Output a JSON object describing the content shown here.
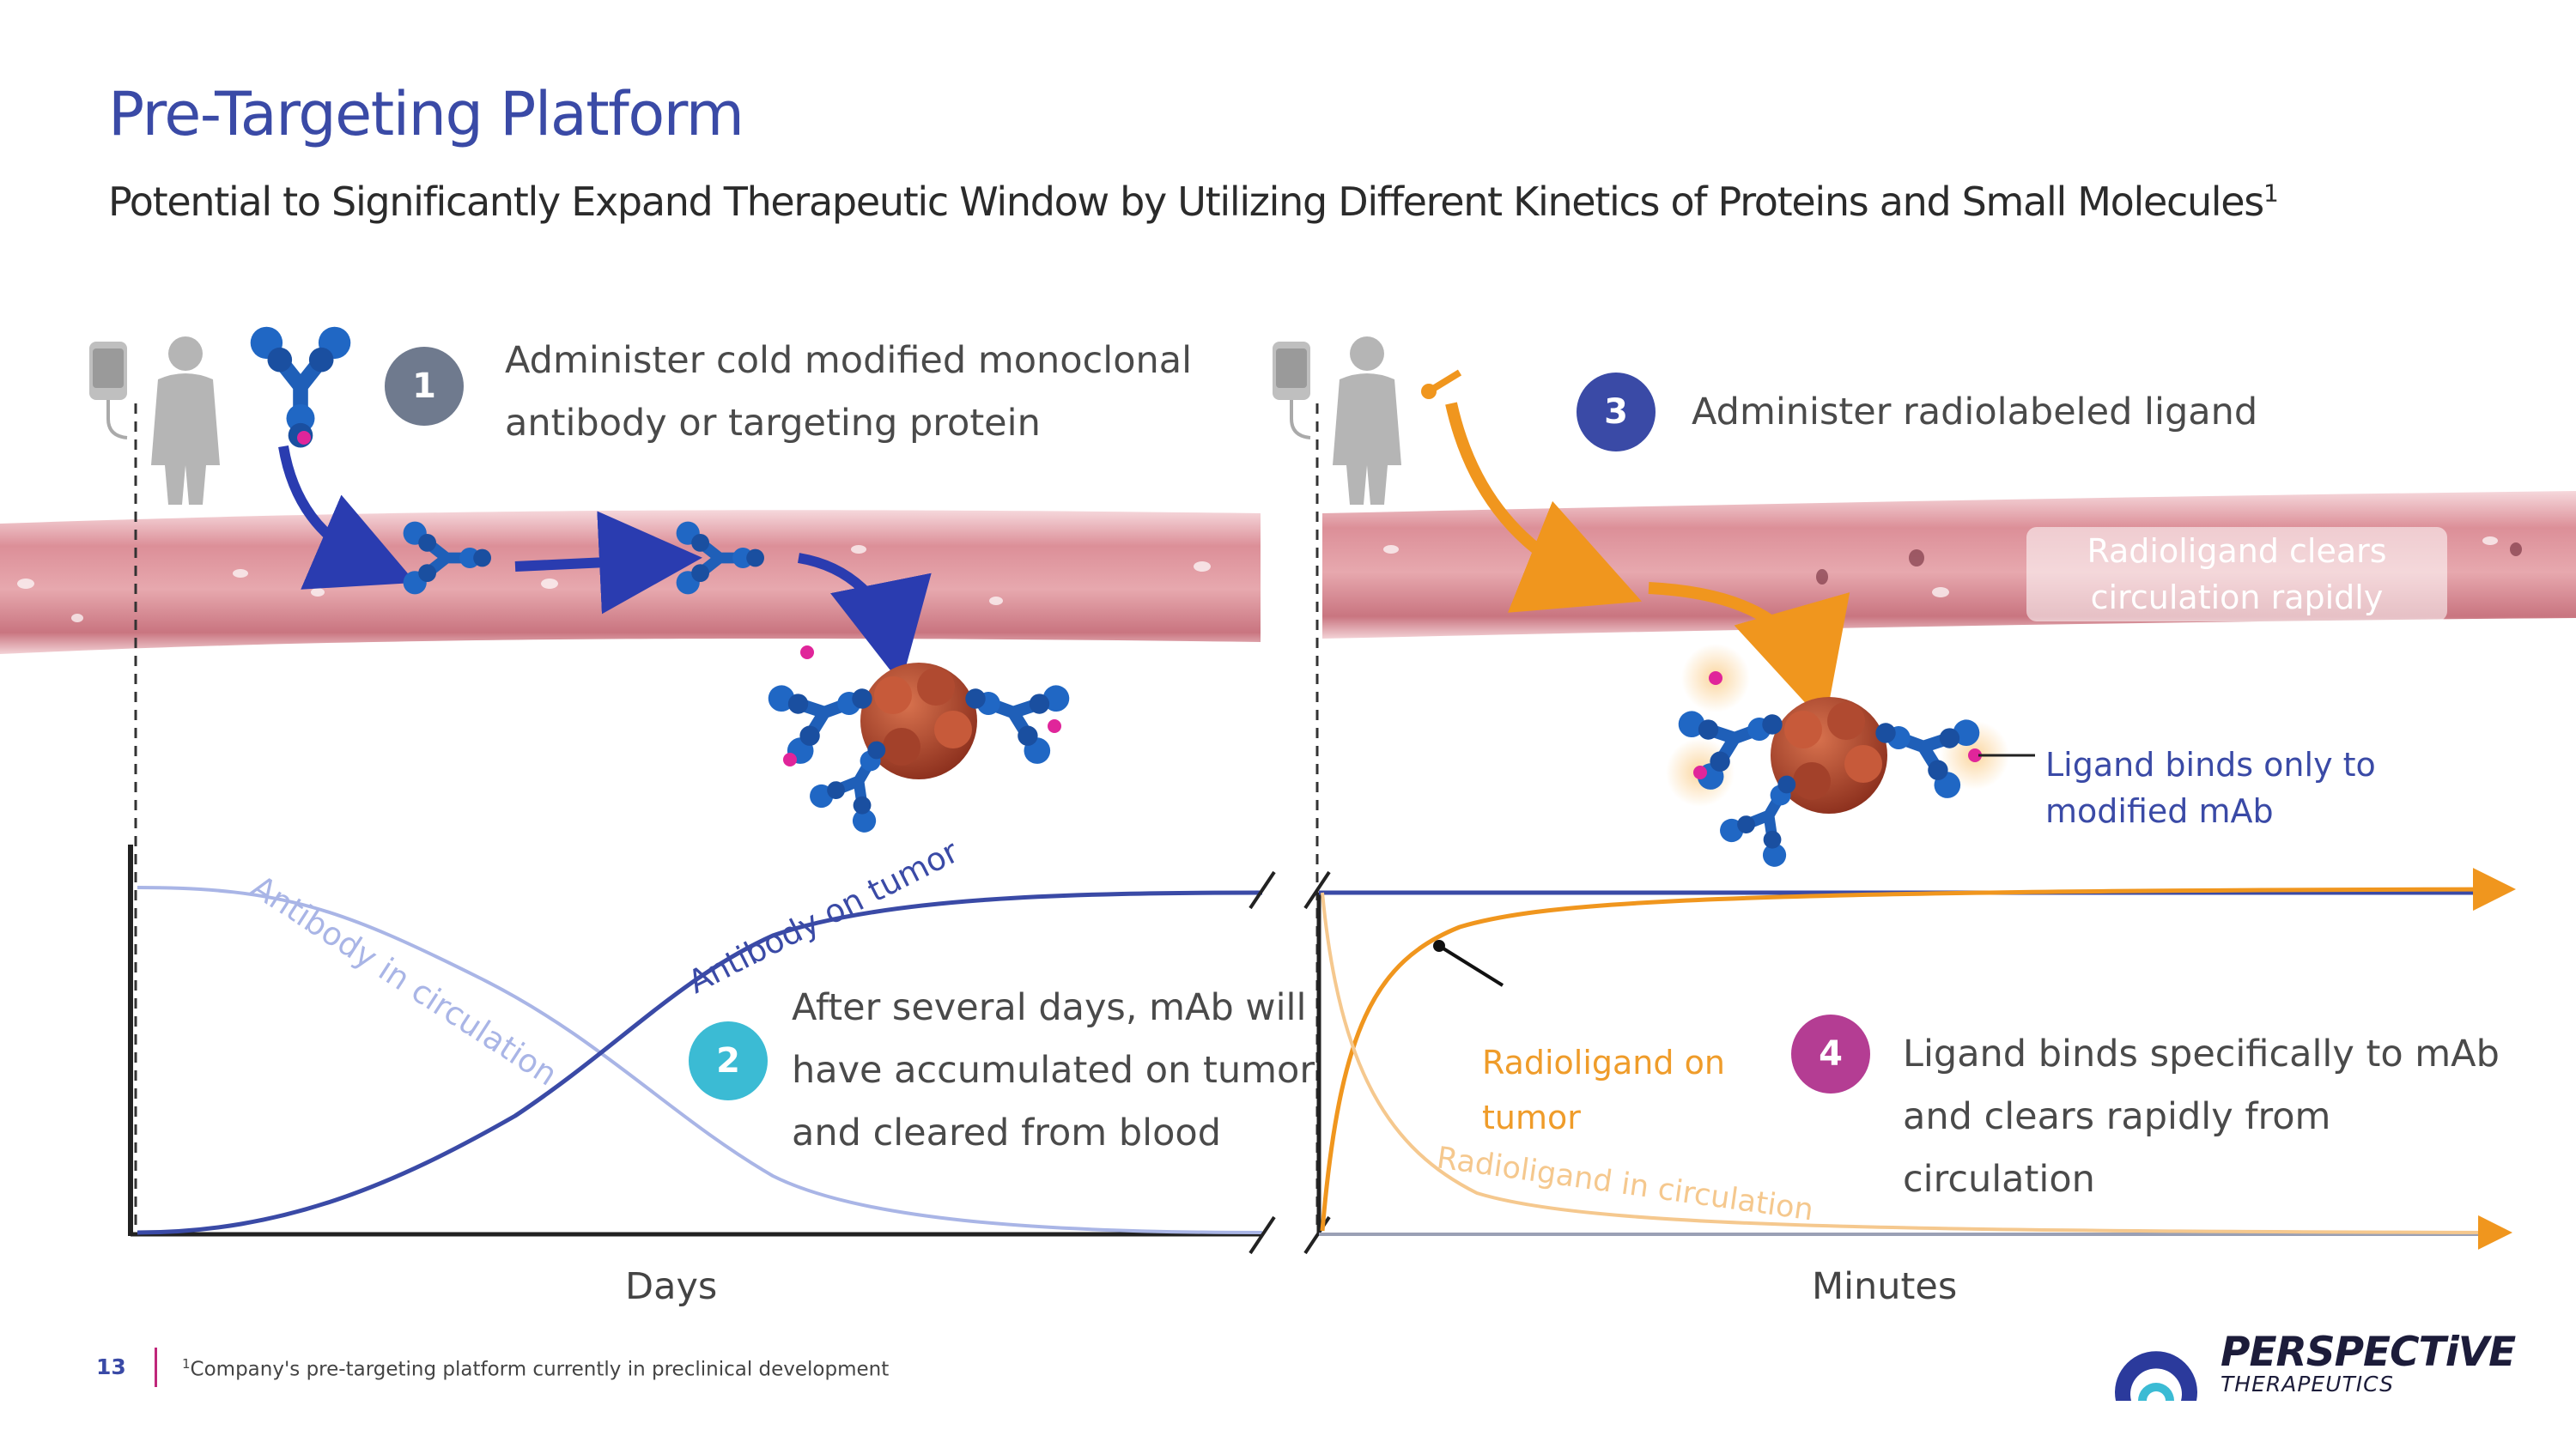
{
  "header": {
    "title": "Pre-Targeting Platform",
    "subtitle": "Potential to Significantly Expand Therapeutic Window by Utilizing Different Kinetics of Proteins and Small Molecules",
    "subtitle_sup": "1"
  },
  "steps": [
    {
      "number": "1",
      "line1": "Administer cold modified monoclonal",
      "line2": "antibody or targeting protein",
      "color": "#6f7a8e"
    },
    {
      "number": "2",
      "line1": "After several days, mAb will",
      "line2": "have accumulated on tumor",
      "line3": "and cleared from blood",
      "color": "#3bbbd4"
    },
    {
      "number": "3",
      "line1": "Administer radiolabeled ligand",
      "color": "#3a4aa6"
    },
    {
      "number": "4",
      "line1": "Ligand binds specifically to mAb",
      "line2": "and clears rapidly from",
      "line3": "circulation",
      "color": "#b43d93"
    }
  ],
  "annotations": {
    "antibody_in_circulation": "Antibody in circulation",
    "antibody_on_tumor": "Antibody on tumor",
    "radioligand_clears_line1": "Radioligand clears",
    "radioligand_clears_line2": "circulation rapidly",
    "ligand_binds_line1": "Ligand binds only to",
    "ligand_binds_line2": "modified mAb",
    "radioligand_on_tumor_line1": "Radioligand on",
    "radioligand_on_tumor_line2": "tumor",
    "radioligand_in_circulation": "Radioligand in circulation"
  },
  "axes": {
    "left_xlabel": "Days",
    "right_xlabel": "Minutes"
  },
  "footer": {
    "page_number": "13",
    "footnote_sup": "1",
    "footnote": "Company's pre-targeting platform currently in preclinical development"
  },
  "logo": {
    "name": "PERSPECTiVE",
    "sub": "THERAPEUTICS"
  },
  "colors": {
    "brand_blue": "#3a4aa6",
    "light_blue_curve": "#a9b5e6",
    "orange": "#ef9c2a",
    "light_orange": "#f5c88e",
    "vessel": "#d98a92",
    "magenta": "#b43d93",
    "teal": "#3bbbd4"
  }
}
